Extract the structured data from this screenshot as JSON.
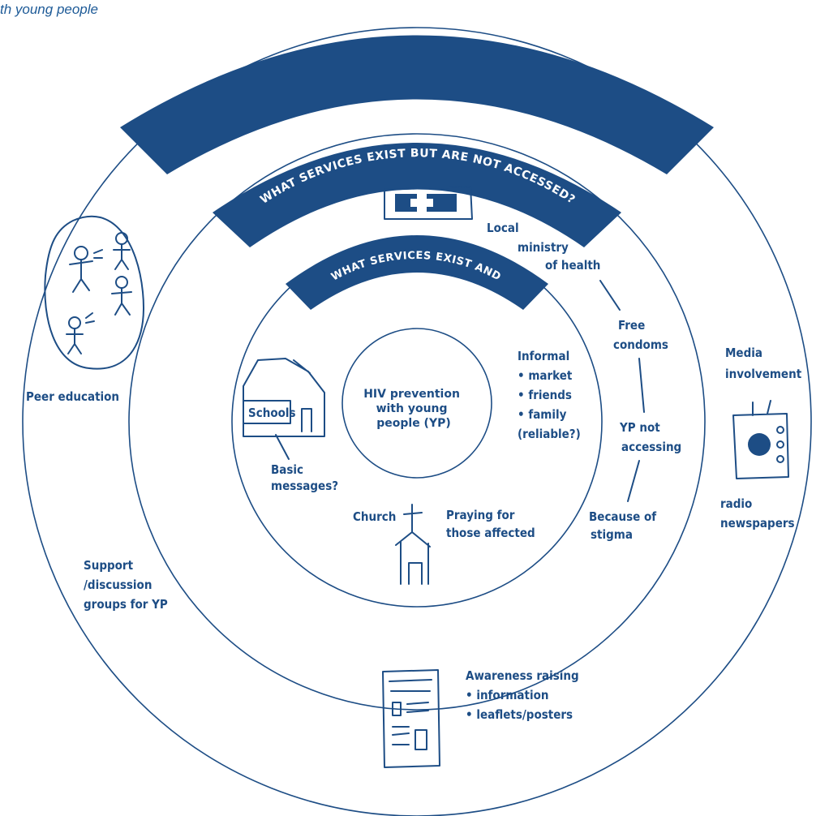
{
  "caption": "th young people",
  "colors": {
    "primary": "#1d4d85",
    "caption": "#1d5a97"
  },
  "rings": {
    "outer_title": "WHAT SERVICES DO NOT EXIST?",
    "middle_title": "WHAT SERVICES EXIST BUT ARE NOT ACCESSED?",
    "inner_title_line1": "WHAT SERVICES EXIST AND",
    "inner_title_line2": "ARE ACCESSED?",
    "center": [
      "HIV prevention",
      "with young",
      "people (YP)"
    ]
  },
  "inner_ring": {
    "schools_sign": "Schools",
    "basic_messages": [
      "Basic",
      "messages?"
    ],
    "church": "Church",
    "praying": [
      "Praying for",
      "those affected"
    ],
    "informal": [
      "Informal",
      "•  market",
      "•  friends",
      "•  family",
      "(reliable?)"
    ]
  },
  "middle_ring": {
    "local_ministry": [
      "Local",
      "ministry",
      "of health"
    ],
    "free_condoms": [
      "Free",
      "condoms"
    ],
    "yp_not_accessing": [
      "YP not",
      "accessing"
    ],
    "because_of_stigma": [
      "Because of",
      "stigma"
    ]
  },
  "outer_ring": {
    "peer_education": "Peer education",
    "support_groups": [
      "Support",
      "/discussion",
      "groups for YP"
    ],
    "media_involvement": [
      "Media",
      "involvement"
    ],
    "radio_newspapers": [
      "radio",
      "newspapers"
    ],
    "awareness": [
      "Awareness raising",
      "•  information",
      "•  leaflets/posters"
    ]
  },
  "icons": [
    "clinic-sign-icon",
    "school-house-icon",
    "church-icon",
    "peer-group-icon",
    "radio-icon",
    "leaflet-icon"
  ]
}
